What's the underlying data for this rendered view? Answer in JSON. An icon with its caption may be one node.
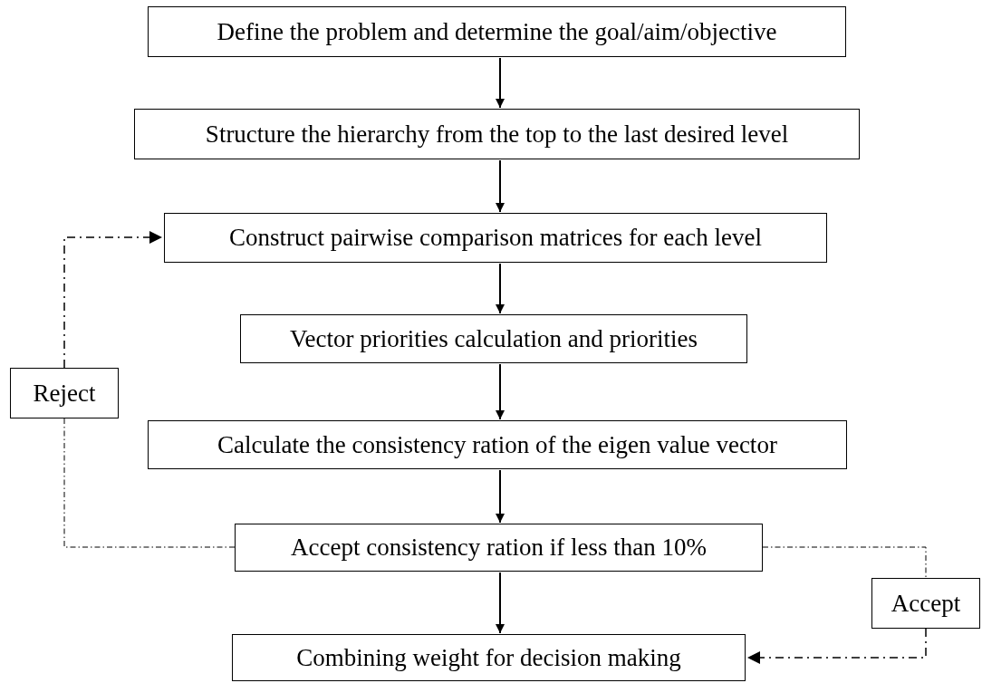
{
  "diagram": {
    "nodes": [
      {
        "text": [
          "Define the problem and determine the goal/aim/objective"
        ]
      },
      {
        "text": [
          "Structure the hierarchy from the top to the last desired level"
        ]
      },
      {
        "text": [
          "Construct pairwise comparison matrices for each level"
        ]
      },
      {
        "text": [
          "Vector priorities calculation and priorities"
        ]
      },
      {
        "text": [
          "Calculate the consistency ration of the eigen value vector"
        ]
      },
      {
        "text": [
          "Reject"
        ]
      },
      {
        "text": [
          "Accept consistency ration if less than 10%"
        ]
      },
      {
        "text": [
          "Accept"
        ]
      },
      {
        "text": [
          "Combining weight for decision making"
        ]
      }
    ],
    "edges": [
      {
        "from": 0,
        "to": 1,
        "arrow": "to"
      },
      {
        "from": 1,
        "to": 2,
        "arrow": "to"
      },
      {
        "from": 2,
        "to": 3,
        "arrow": "to"
      },
      {
        "from": 3,
        "to": 4,
        "arrow": "to"
      },
      {
        "from": 4,
        "to": 6,
        "arrow": "to"
      },
      {
        "from": 6,
        "to": 8,
        "arrow": "to"
      },
      {
        "from": 6,
        "to": 5,
        "arrow": "none",
        "style": "dashed"
      },
      {
        "from": 5,
        "to": 2,
        "arrow": "to",
        "style": "dashed"
      },
      {
        "from": 6,
        "to": 7,
        "arrow": "none",
        "style": "dashed"
      },
      {
        "from": 7,
        "to": 8,
        "arrow": "to",
        "style": "dashed"
      }
    ]
  }
}
